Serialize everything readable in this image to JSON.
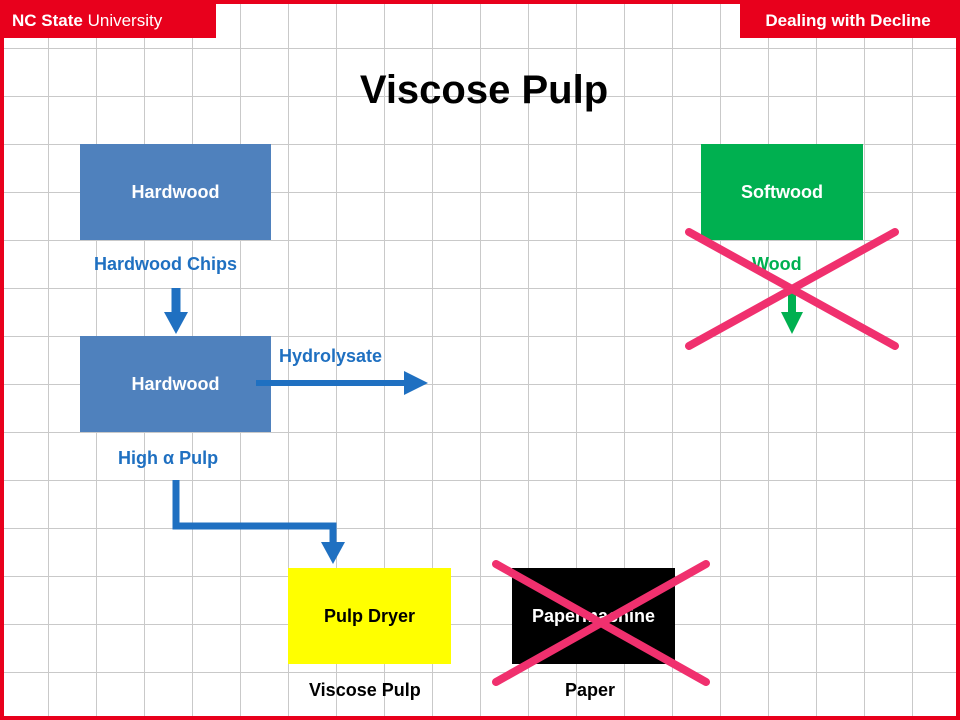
{
  "header": {
    "brand_bold": "NC State",
    "brand_light": "University",
    "topic": "Dealing with Decline"
  },
  "title": "Viscose Pulp",
  "colors": {
    "frame_red": "#e8001c",
    "hardwood_box": "#4f81bd",
    "softwood_box": "#00b050",
    "dryer_box": "#ffff00",
    "paper_machine_box": "#000000",
    "flow_blue": "#1f70c1",
    "flow_green": "#00b050",
    "cross_pink": "#f0306e"
  },
  "boxes": {
    "hardwood_1": "Hardwood",
    "softwood": "Softwood",
    "hardwood_2": "Hardwood",
    "pulp_dryer": "Pulp Dryer",
    "paper_machine": "Papermachine"
  },
  "labels": {
    "hardwood_chips": "Hardwood Chips",
    "wood": "Wood",
    "hydrolysate": "Hydrolysate",
    "high_alpha_pulp_prefix": "High",
    "alpha_symbol": "α",
    "high_alpha_pulp_suffix": "Pulp",
    "viscose_pulp": "Viscose Pulp",
    "paper": "Paper"
  },
  "crossed_out": [
    "softwood",
    "paper_machine"
  ]
}
